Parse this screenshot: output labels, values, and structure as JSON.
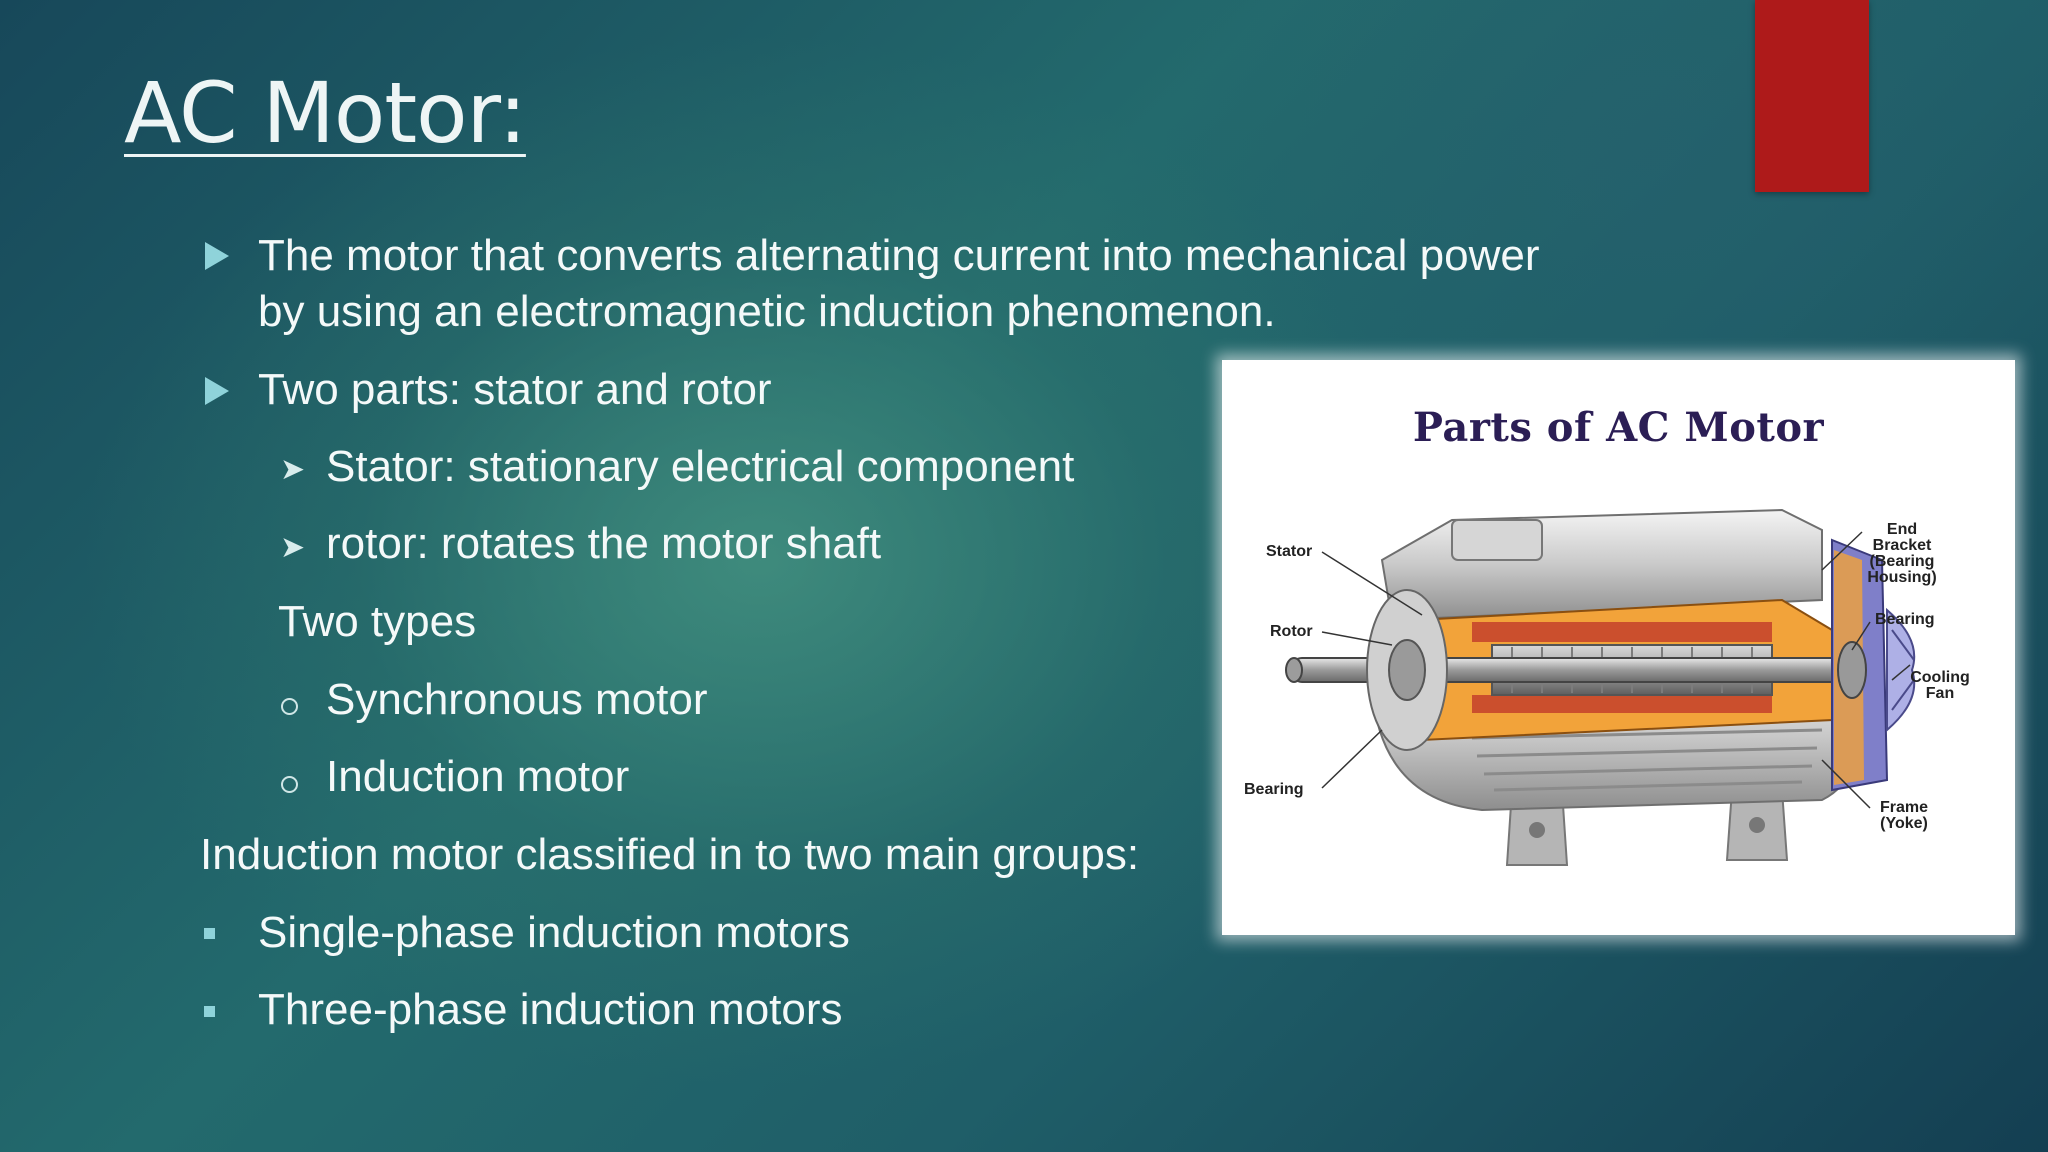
{
  "slide": {
    "title": "AC Motor:",
    "bullets": {
      "b1_line1": "The motor that converts alternating current into mechanical power",
      "b1_line2": "by using an electromagnetic induction phenomenon.",
      "b2": "Two parts: stator and rotor",
      "sub1": "Stator: stationary electrical component",
      "sub2": "rotor: rotates the motor shaft",
      "types_heading": "Two types",
      "type1": "Synchronous motor",
      "type2": "Induction motor",
      "groups_heading": "Induction motor classified in to two main groups:",
      "group1": "Single-phase induction motors",
      "group2": "Three-phase induction motors"
    }
  },
  "figure": {
    "title": "Parts of AC Motor",
    "labels": {
      "stator": "Stator",
      "rotor": "Rotor",
      "bearing_left": "Bearing",
      "end_bracket_1": "End",
      "end_bracket_2": "Bracket",
      "end_bracket_3": "(Bearing",
      "end_bracket_4": "Housing)",
      "bearing_right": "Bearing",
      "cooling_fan_1": "Cooling",
      "cooling_fan_2": "Fan",
      "frame_1": "Frame",
      "frame_2": "(Yoke)"
    }
  },
  "colors": {
    "accent_red": "#ae1a1a",
    "bullet_teal": "#8fd3da",
    "figure_title": "#2b1e55"
  }
}
